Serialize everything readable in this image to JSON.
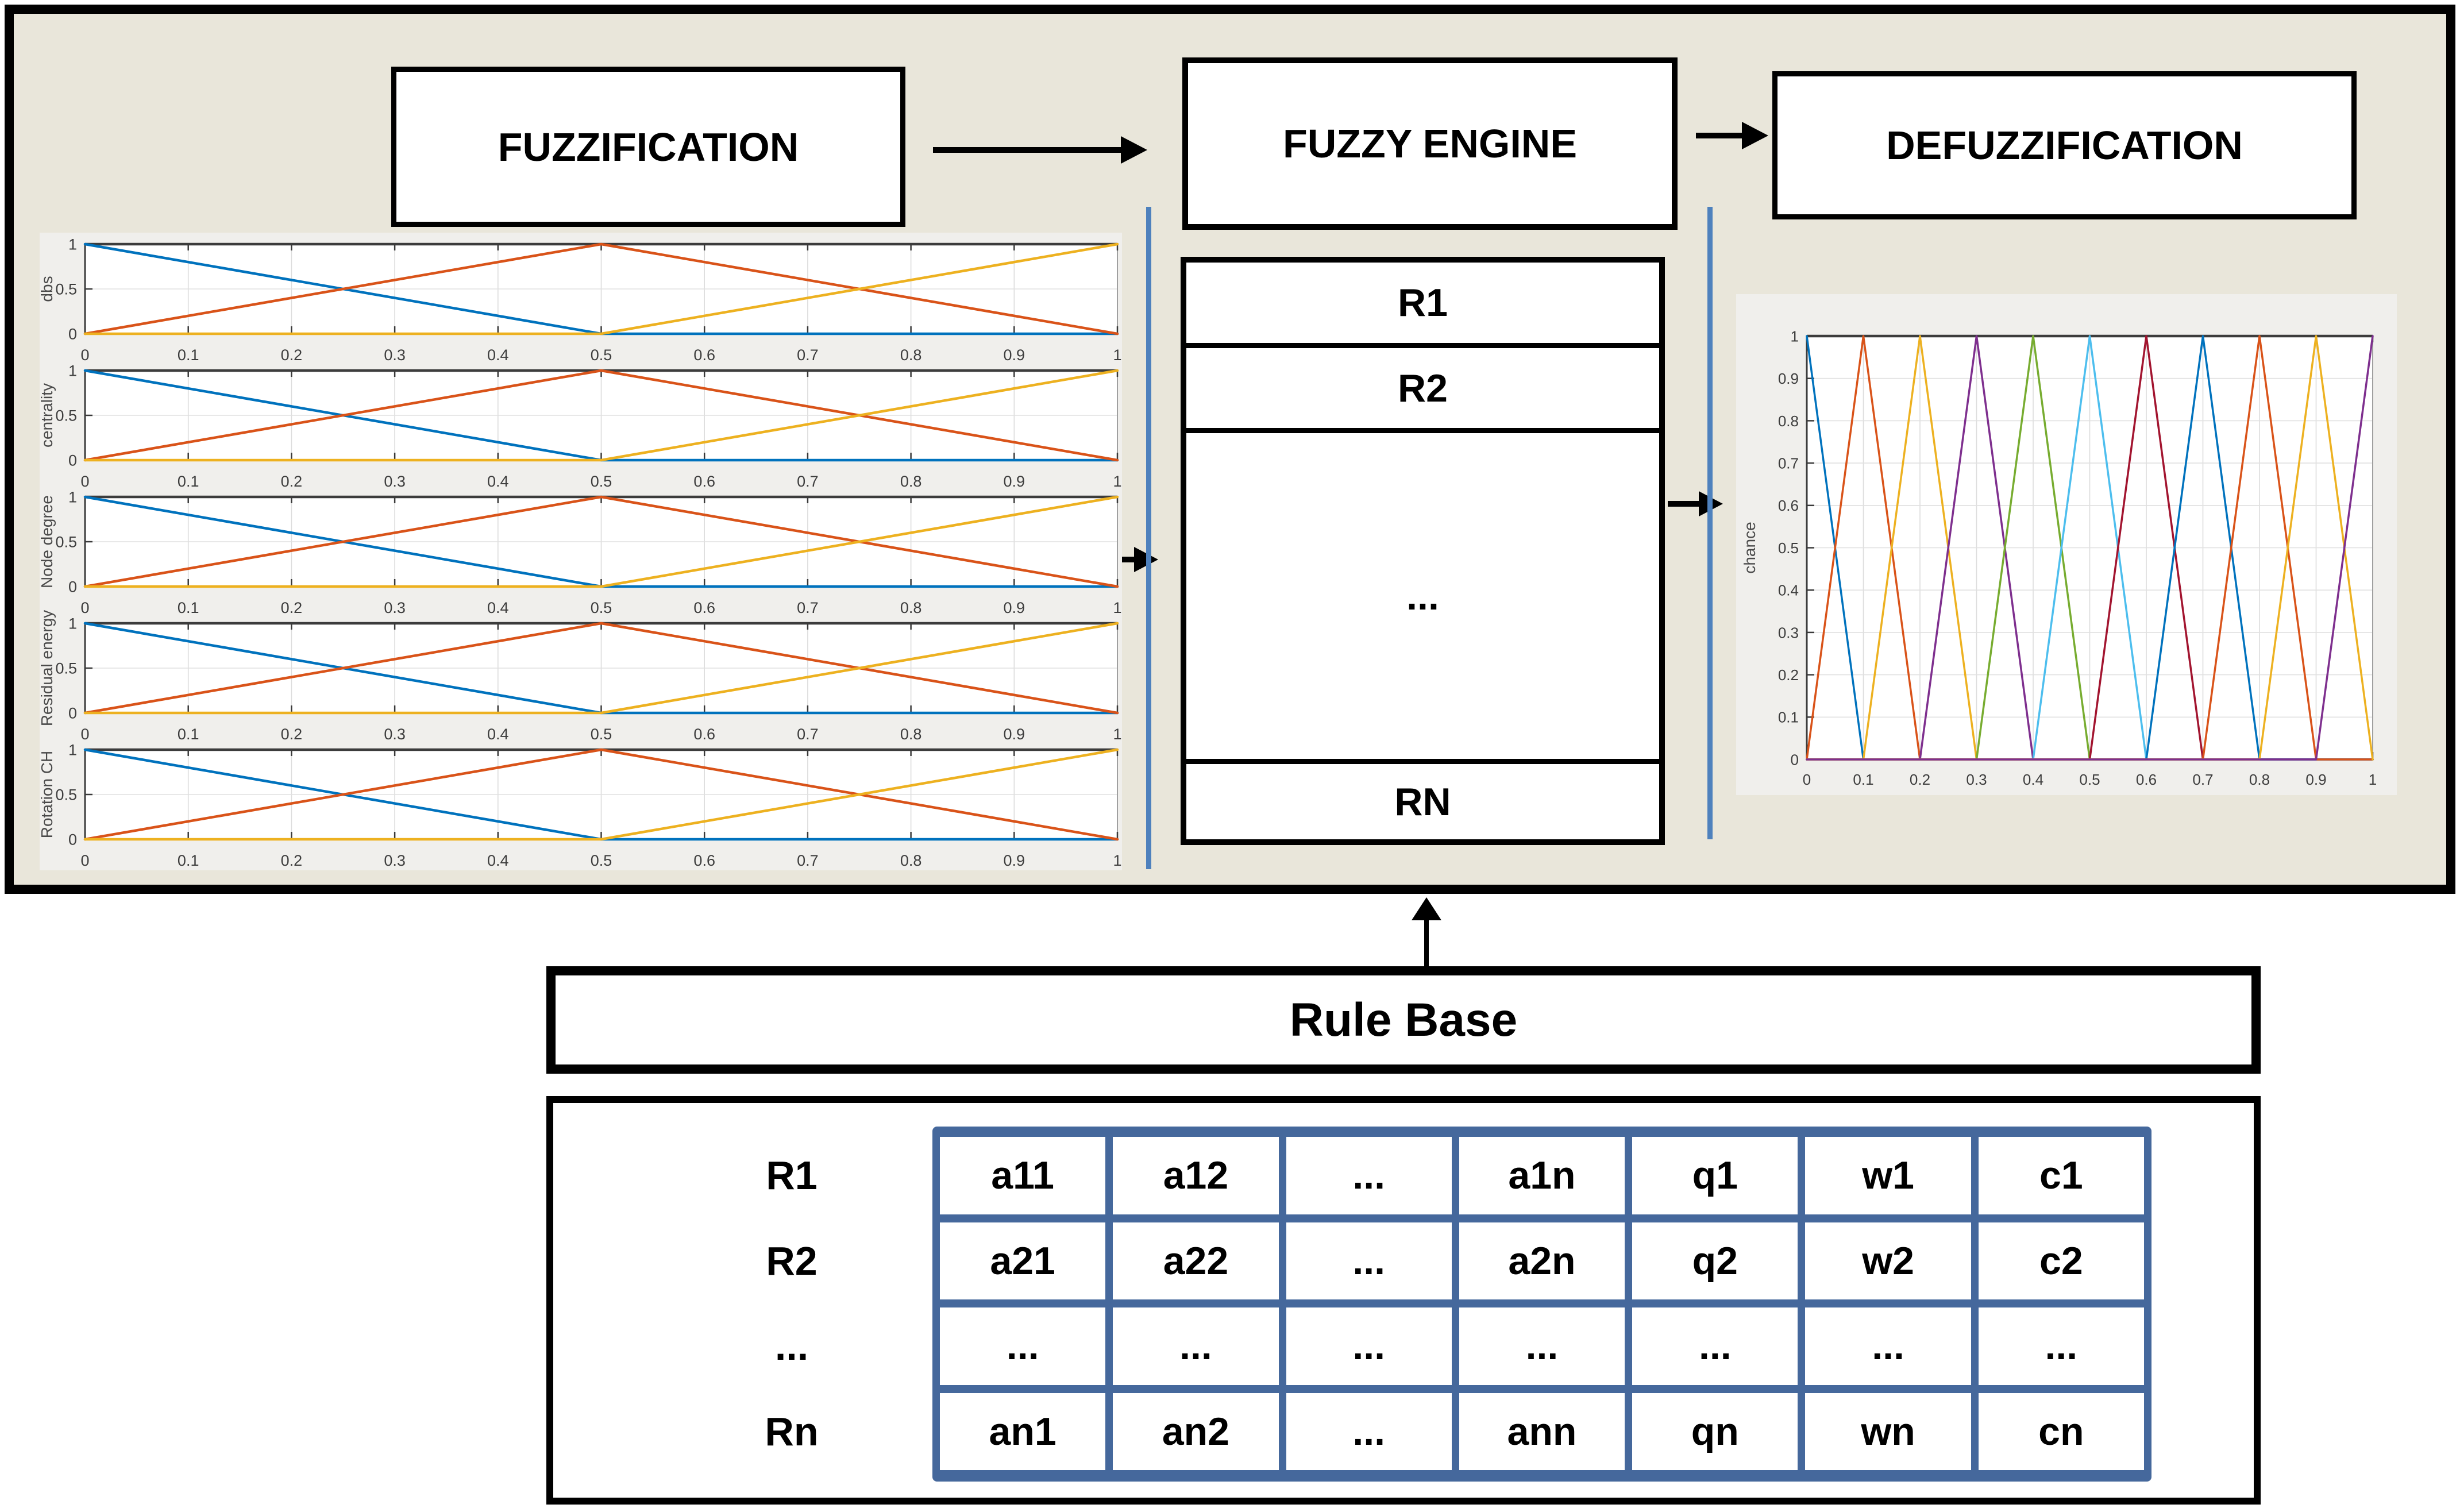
{
  "diagram": {
    "stages": {
      "fuzzification": "FUZZIFICATION",
      "fuzzy_engine": "FUZZY ENGINE",
      "defuzzification": "DEFUZZIFICATION"
    },
    "rules_stack": {
      "items": [
        "R1",
        "R2",
        "...",
        "RN"
      ]
    },
    "rule_base_title": "Rule Base",
    "rule_table": {
      "row_labels": [
        "R1",
        "R2",
        "...",
        "Rn"
      ],
      "rows": [
        [
          "a11",
          "a12",
          "...",
          "a1n",
          "q1",
          "w1",
          "c1"
        ],
        [
          "a21",
          "a22",
          "...",
          "a2n",
          "q2",
          "w2",
          "c2"
        ],
        [
          "...",
          "...",
          "...",
          "...",
          "...",
          "...",
          "..."
        ],
        [
          "an1",
          "an2",
          "...",
          "ann",
          "qn",
          "wn",
          "cn"
        ]
      ]
    }
  },
  "colors": {
    "section_background": "#e9e6da",
    "box_border": "#000000",
    "guide_line_blue": "#4e81bd",
    "table_blue": "#45689c",
    "panel_gray": "#f0efec",
    "matlab_blue": "#0072BD",
    "matlab_orange": "#D95319",
    "matlab_yellow": "#EDB120",
    "matlab_purple": "#7E2F8E",
    "matlab_green": "#77AC30",
    "matlab_cyan": "#4DBEEE",
    "matlab_darkred": "#A2142F"
  },
  "chart_data": [
    {
      "type": "line",
      "role": "input-membership",
      "title": "",
      "xlabel": "",
      "ylabel": "dbs",
      "xlim": [
        0,
        1
      ],
      "ylim": [
        0,
        1
      ],
      "grid": true,
      "legend": false,
      "xticks": [
        0,
        0.1,
        0.2,
        0.3,
        0.4,
        0.5,
        0.6,
        0.7,
        0.8,
        0.9,
        1
      ],
      "yticks": [
        0,
        0.5,
        1
      ],
      "series": [
        {
          "color": "#0072BD",
          "points": [
            [
              0,
              1
            ],
            [
              0.5,
              0
            ],
            [
              1,
              0
            ]
          ]
        },
        {
          "color": "#D95319",
          "points": [
            [
              0,
              0
            ],
            [
              0.5,
              1
            ],
            [
              1,
              0
            ]
          ]
        },
        {
          "color": "#EDB120",
          "points": [
            [
              0,
              0
            ],
            [
              0.5,
              0
            ],
            [
              1,
              1
            ]
          ]
        }
      ]
    },
    {
      "type": "line",
      "role": "input-membership",
      "title": "",
      "xlabel": "",
      "ylabel": "centrality",
      "xlim": [
        0,
        1
      ],
      "ylim": [
        0,
        1
      ],
      "grid": true,
      "legend": false,
      "xticks": [
        0,
        0.1,
        0.2,
        0.3,
        0.4,
        0.5,
        0.6,
        0.7,
        0.8,
        0.9,
        1
      ],
      "yticks": [
        0,
        0.5,
        1
      ],
      "series": [
        {
          "color": "#0072BD",
          "points": [
            [
              0,
              1
            ],
            [
              0.5,
              0
            ],
            [
              1,
              0
            ]
          ]
        },
        {
          "color": "#D95319",
          "points": [
            [
              0,
              0
            ],
            [
              0.5,
              1
            ],
            [
              1,
              0
            ]
          ]
        },
        {
          "color": "#EDB120",
          "points": [
            [
              0,
              0
            ],
            [
              0.5,
              0
            ],
            [
              1,
              1
            ]
          ]
        }
      ]
    },
    {
      "type": "line",
      "role": "input-membership",
      "title": "",
      "xlabel": "",
      "ylabel": "Node degree",
      "xlim": [
        0,
        1
      ],
      "ylim": [
        0,
        1
      ],
      "grid": true,
      "legend": false,
      "xticks": [
        0,
        0.1,
        0.2,
        0.3,
        0.4,
        0.5,
        0.6,
        0.7,
        0.8,
        0.9,
        1
      ],
      "yticks": [
        0,
        0.5,
        1
      ],
      "series": [
        {
          "color": "#0072BD",
          "points": [
            [
              0,
              1
            ],
            [
              0.5,
              0
            ],
            [
              1,
              0
            ]
          ]
        },
        {
          "color": "#D95319",
          "points": [
            [
              0,
              0
            ],
            [
              0.5,
              1
            ],
            [
              1,
              0
            ]
          ]
        },
        {
          "color": "#EDB120",
          "points": [
            [
              0,
              0
            ],
            [
              0.5,
              0
            ],
            [
              1,
              1
            ]
          ]
        }
      ]
    },
    {
      "type": "line",
      "role": "input-membership",
      "title": "",
      "xlabel": "",
      "ylabel": "Residual energy",
      "xlim": [
        0,
        1
      ],
      "ylim": [
        0,
        1
      ],
      "grid": true,
      "legend": false,
      "xticks": [
        0,
        0.1,
        0.2,
        0.3,
        0.4,
        0.5,
        0.6,
        0.7,
        0.8,
        0.9,
        1
      ],
      "yticks": [
        0,
        0.5,
        1
      ],
      "series": [
        {
          "color": "#0072BD",
          "points": [
            [
              0,
              1
            ],
            [
              0.5,
              0
            ],
            [
              1,
              0
            ]
          ]
        },
        {
          "color": "#D95319",
          "points": [
            [
              0,
              0
            ],
            [
              0.5,
              1
            ],
            [
              1,
              0
            ]
          ]
        },
        {
          "color": "#EDB120",
          "points": [
            [
              0,
              0
            ],
            [
              0.5,
              0
            ],
            [
              1,
              1
            ]
          ]
        }
      ]
    },
    {
      "type": "line",
      "role": "input-membership",
      "title": "",
      "xlabel": "",
      "ylabel": "Rotation CH",
      "xlim": [
        0,
        1
      ],
      "ylim": [
        0,
        1
      ],
      "grid": true,
      "legend": false,
      "xticks": [
        0,
        0.1,
        0.2,
        0.3,
        0.4,
        0.5,
        0.6,
        0.7,
        0.8,
        0.9,
        1
      ],
      "yticks": [
        0,
        0.5,
        1
      ],
      "series": [
        {
          "color": "#0072BD",
          "points": [
            [
              0,
              1
            ],
            [
              0.5,
              0
            ],
            [
              1,
              0
            ]
          ]
        },
        {
          "color": "#D95319",
          "points": [
            [
              0,
              0
            ],
            [
              0.5,
              1
            ],
            [
              1,
              0
            ]
          ]
        },
        {
          "color": "#EDB120",
          "points": [
            [
              0,
              0
            ],
            [
              0.5,
              0
            ],
            [
              1,
              1
            ]
          ]
        }
      ]
    },
    {
      "type": "line",
      "role": "output-membership",
      "title": "",
      "xlabel": "",
      "ylabel": "chance",
      "xlim": [
        0,
        1
      ],
      "ylim": [
        0,
        1
      ],
      "grid": true,
      "legend": false,
      "xticks": [
        0,
        0.1,
        0.2,
        0.3,
        0.4,
        0.5,
        0.6,
        0.7,
        0.8,
        0.9,
        1
      ],
      "yticks": [
        0,
        0.1,
        0.2,
        0.3,
        0.4,
        0.5,
        0.6,
        0.7,
        0.8,
        0.9,
        1
      ],
      "series": [
        {
          "color": "#0072BD",
          "points": [
            [
              0,
              1
            ],
            [
              0.1,
              0
            ],
            [
              1,
              0
            ]
          ]
        },
        {
          "color": "#D95319",
          "points": [
            [
              0,
              0
            ],
            [
              0.1,
              1
            ],
            [
              0.2,
              0
            ],
            [
              1,
              0
            ]
          ]
        },
        {
          "color": "#EDB120",
          "points": [
            [
              0,
              0
            ],
            [
              0.1,
              0
            ],
            [
              0.2,
              1
            ],
            [
              0.3,
              0
            ],
            [
              1,
              0
            ]
          ]
        },
        {
          "color": "#7E2F8E",
          "points": [
            [
              0,
              0
            ],
            [
              0.2,
              0
            ],
            [
              0.3,
              1
            ],
            [
              0.4,
              0
            ],
            [
              1,
              0
            ]
          ]
        },
        {
          "color": "#77AC30",
          "points": [
            [
              0,
              0
            ],
            [
              0.3,
              0
            ],
            [
              0.4,
              1
            ],
            [
              0.5,
              0
            ],
            [
              1,
              0
            ]
          ]
        },
        {
          "color": "#4DBEEE",
          "points": [
            [
              0,
              0
            ],
            [
              0.4,
              0
            ],
            [
              0.5,
              1
            ],
            [
              0.6,
              0
            ],
            [
              1,
              0
            ]
          ]
        },
        {
          "color": "#A2142F",
          "points": [
            [
              0,
              0
            ],
            [
              0.5,
              0
            ],
            [
              0.6,
              1
            ],
            [
              0.7,
              0
            ],
            [
              1,
              0
            ]
          ]
        },
        {
          "color": "#0072BD",
          "points": [
            [
              0,
              0
            ],
            [
              0.6,
              0
            ],
            [
              0.7,
              1
            ],
            [
              0.8,
              0
            ],
            [
              1,
              0
            ]
          ]
        },
        {
          "color": "#D95319",
          "points": [
            [
              0,
              0
            ],
            [
              0.7,
              0
            ],
            [
              0.8,
              1
            ],
            [
              0.9,
              0
            ],
            [
              1,
              0
            ]
          ]
        },
        {
          "color": "#EDB120",
          "points": [
            [
              0,
              0
            ],
            [
              0.8,
              0
            ],
            [
              0.9,
              1
            ],
            [
              1,
              0
            ]
          ]
        },
        {
          "color": "#7E2F8E",
          "points": [
            [
              0,
              0
            ],
            [
              0.9,
              0
            ],
            [
              1,
              1
            ]
          ]
        }
      ]
    }
  ]
}
